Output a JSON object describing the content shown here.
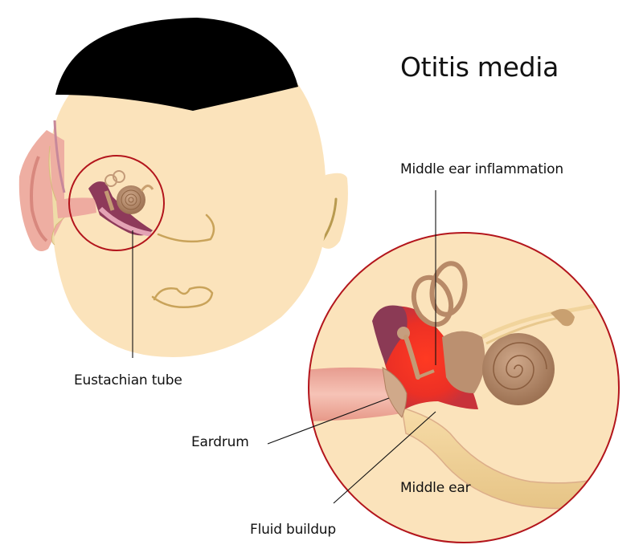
{
  "title": "Otitis media",
  "labels": {
    "middle_ear_inflammation": "Middle ear inflammation",
    "eustachian_tube": "Eustachian tube",
    "eardrum": "Eardrum",
    "middle_ear": "Middle ear",
    "fluid_buildup": "Fluid buildup"
  },
  "colors": {
    "skin": "#fbe3bb",
    "hair": "#000000",
    "circle_outline": "#b3151c",
    "inflammation": "#f0302a",
    "cochlea": "#b88a68",
    "ear_canal": "#eeaba0",
    "eustachian": "#8e3a5a",
    "face_lines": "#c9a35a",
    "leader_line": "#111111"
  }
}
